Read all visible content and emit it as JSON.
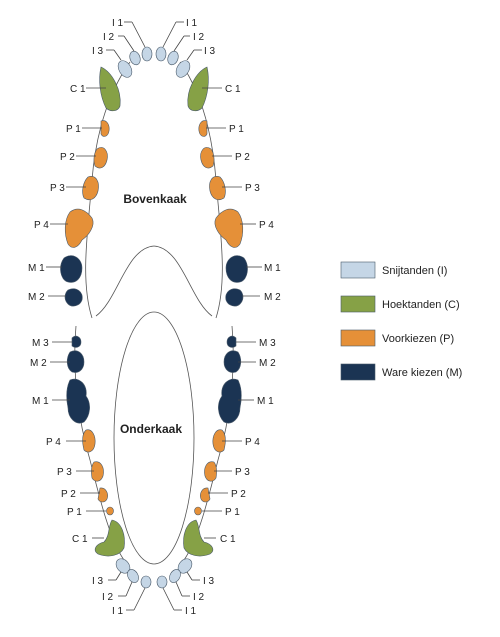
{
  "jaws": {
    "upper_title": "Bovenkaak",
    "lower_title": "Onderkaak"
  },
  "colors": {
    "incisor": "#c5d6e6",
    "canine": "#86a146",
    "premolar": "#e59038",
    "molar": "#1b3453"
  },
  "legend": {
    "items": [
      {
        "label": "Snijtanden (I)",
        "color": "#c5d6e6"
      },
      {
        "label": "Hoektanden (C)",
        "color": "#86a146"
      },
      {
        "label": "Voorkiezen (P)",
        "color": "#e59038"
      },
      {
        "label": "Ware kiezen (M)",
        "color": "#1b3453"
      }
    ]
  },
  "teeth_labels": {
    "upper": {
      "i1": "I 1",
      "i2": "I 2",
      "i3": "I 3",
      "c1": "C 1",
      "p1": "P 1",
      "p2": "P 2",
      "p3": "P 3",
      "p4": "P 4",
      "m1": "M 1",
      "m2": "M 2"
    },
    "lower": {
      "m3": "M 3",
      "m2": "M 2",
      "m1": "M 1",
      "p4": "P 4",
      "p3": "P 3",
      "p2": "P 2",
      "p1": "P 1",
      "c1": "C 1",
      "i3": "I 3",
      "i2": "I 2",
      "i1": "I 1"
    }
  }
}
